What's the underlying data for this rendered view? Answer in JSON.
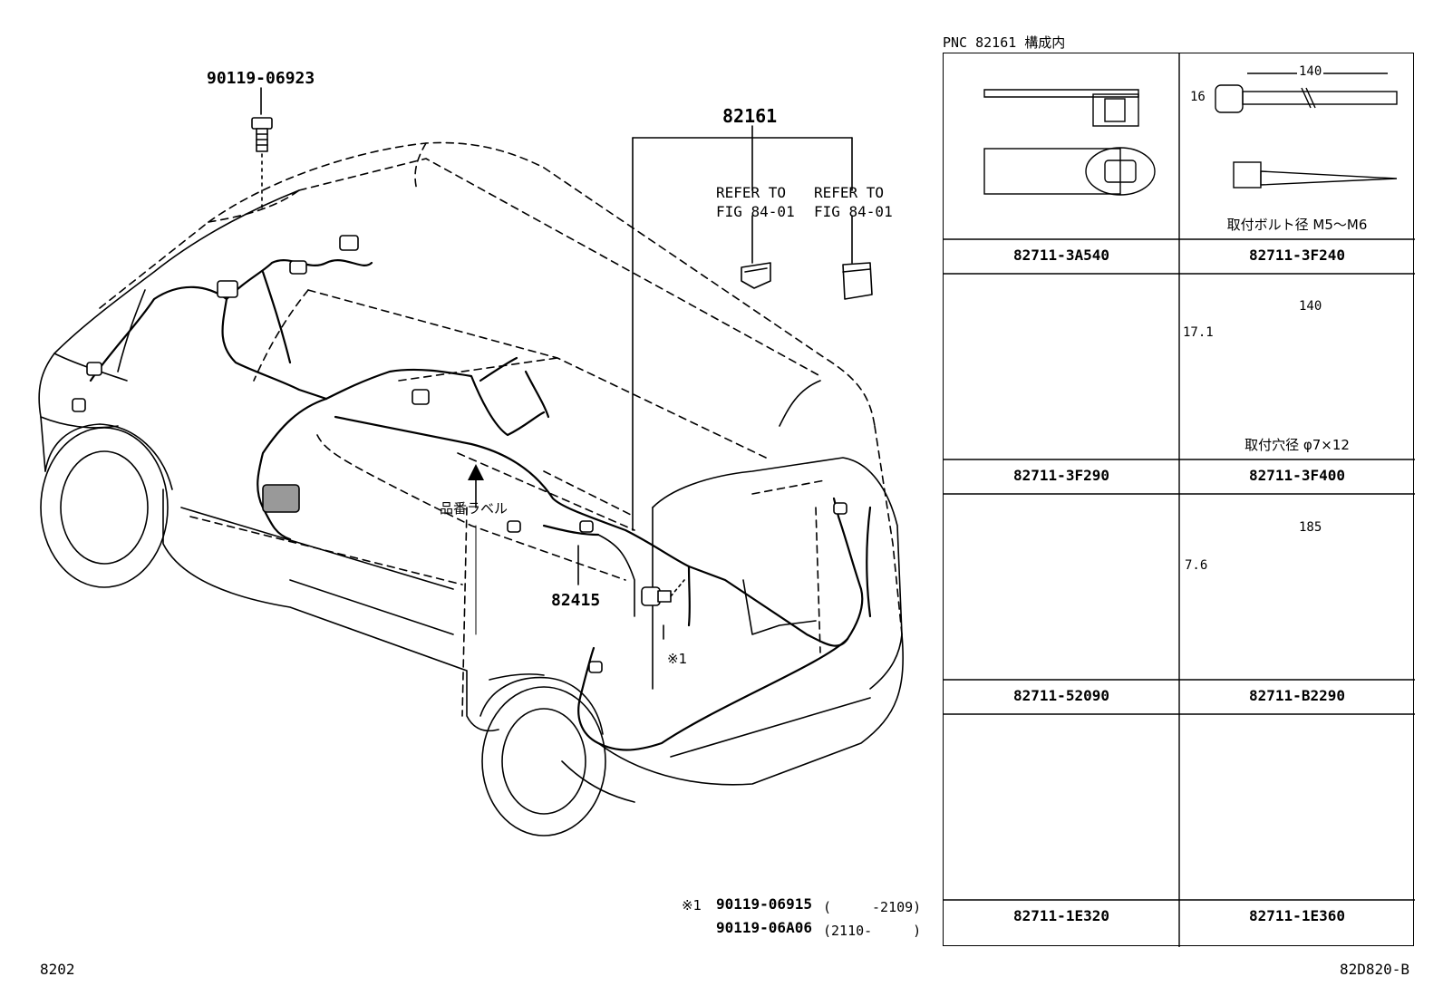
{
  "diagram": {
    "labels": {
      "bolt_top": "90119-06923",
      "harness_main": "82161",
      "refer_left_1": "REFER TO",
      "refer_left_2": "FIG 84-01",
      "refer_right_1": "REFER TO",
      "refer_right_2": "FIG 84-01",
      "part_label": "品番ラベル",
      "harness_sub": "82415",
      "mark_1": "※1",
      "note_line1_mark": "※1",
      "note_line1_pn": "90119-06915",
      "note_line1_range": "(　　　-2109)",
      "note_line2_pn": "90119-06A06",
      "note_line2_range": "(2110-　　　)",
      "page_left": "8202",
      "page_right": "82D820-B"
    }
  },
  "table": {
    "title": "PNC 82161 構成内",
    "cells": [
      {
        "part_number": "82711-3A540",
        "note": ""
      },
      {
        "part_number": "82711-3F240",
        "note": "取付ボルト径 M5〜M6",
        "dims": [
          "140",
          "16"
        ]
      },
      {
        "part_number": "82711-3F290",
        "note": ""
      },
      {
        "part_number": "82711-3F400",
        "note": "取付穴径 φ7×12",
        "dims": [
          "140",
          "17.1"
        ]
      },
      {
        "part_number": "82711-52090",
        "note": ""
      },
      {
        "part_number": "82711-B2290",
        "note": "",
        "dims": [
          "185",
          "7.6"
        ]
      },
      {
        "part_number": "82711-1E320",
        "note": ""
      },
      {
        "part_number": "82711-1E360",
        "note": ""
      }
    ]
  }
}
